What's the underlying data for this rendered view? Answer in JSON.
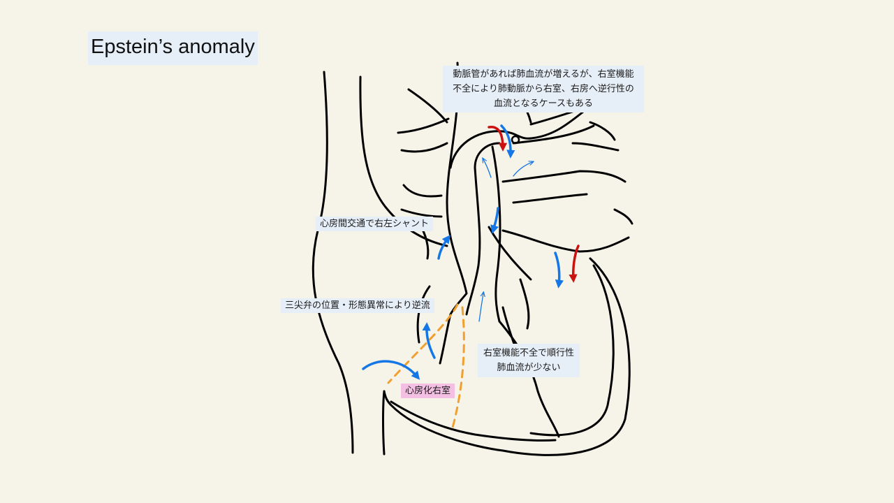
{
  "title": "Epstein’s anomaly",
  "labels": {
    "ductus": [
      "動脈管があれば肺血流が増えるが、右室機能",
      "不全により肺動脈から右室、右房へ逆行性の",
      "血流となるケースもある"
    ],
    "shunt": "心房間交通で右左シャント",
    "tricuspid": "三尖弁の位置・形態異常により逆流",
    "rv_dysfunction": [
      "右室機能不全で順行性",
      "肺血流が少ない"
    ],
    "atrialized_rv": "心房化右室"
  },
  "colors": {
    "background": "#f6f4e9",
    "label_bg": "#e6eef8",
    "highlight_pink": "#f3bfe3",
    "outline": "#000000",
    "blue_flow": "#1577e6",
    "red_flow": "#cc1111",
    "valve_dashed": "#f0a030"
  }
}
